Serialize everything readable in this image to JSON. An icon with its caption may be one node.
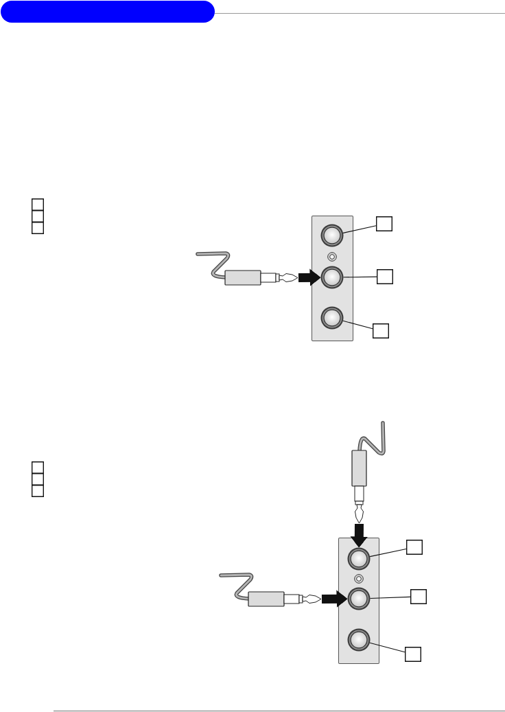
{
  "diagram": {
    "nodes": [
      {
        "text": [],
        "shape": "box"
      },
      {
        "text": [],
        "shape": "box"
      },
      {
        "text": [],
        "shape": "box"
      },
      {
        "text": [],
        "shape": "picture"
      },
      {
        "text": [],
        "shape": "box"
      },
      {
        "text": [],
        "shape": "circle",
        "in": 4
      },
      {
        "text": [],
        "shape": "circle",
        "in": 4
      },
      {
        "text": [],
        "shape": "circle",
        "in": 4
      },
      {
        "text": [],
        "shape": "box"
      },
      {
        "text": [],
        "shape": "box"
      },
      {
        "text": [],
        "shape": "box"
      },
      {
        "text": [],
        "shape": "box"
      },
      {
        "text": [],
        "shape": "box"
      },
      {
        "text": [],
        "shape": "box"
      },
      {
        "text": [],
        "shape": "picture"
      },
      {
        "text": [],
        "shape": "picture"
      },
      {
        "text": [],
        "shape": "box"
      },
      {
        "text": [],
        "shape": "circle",
        "in": 16
      },
      {
        "text": [],
        "shape": "circle",
        "in": 16
      },
      {
        "text": [],
        "shape": "circle",
        "in": 16
      },
      {
        "text": [],
        "shape": "box"
      },
      {
        "text": [],
        "shape": "box"
      },
      {
        "text": [],
        "shape": "box"
      }
    ],
    "edges": [
      {
        "from": 3,
        "to": 6,
        "arrow": "to",
        "style": "thick"
      },
      {
        "from": 8,
        "to": 5,
        "arrow": "none"
      },
      {
        "from": 9,
        "to": 6,
        "arrow": "none"
      },
      {
        "from": 10,
        "to": 7,
        "arrow": "none"
      },
      {
        "from": 14,
        "to": 17,
        "arrow": "to",
        "style": "thick"
      },
      {
        "from": 15,
        "to": 18,
        "arrow": "to",
        "style": "thick"
      },
      {
        "from": 20,
        "to": 17,
        "arrow": "none"
      },
      {
        "from": 21,
        "to": 18,
        "arrow": "none"
      },
      {
        "from": 22,
        "to": 19,
        "arrow": "none"
      }
    ]
  }
}
